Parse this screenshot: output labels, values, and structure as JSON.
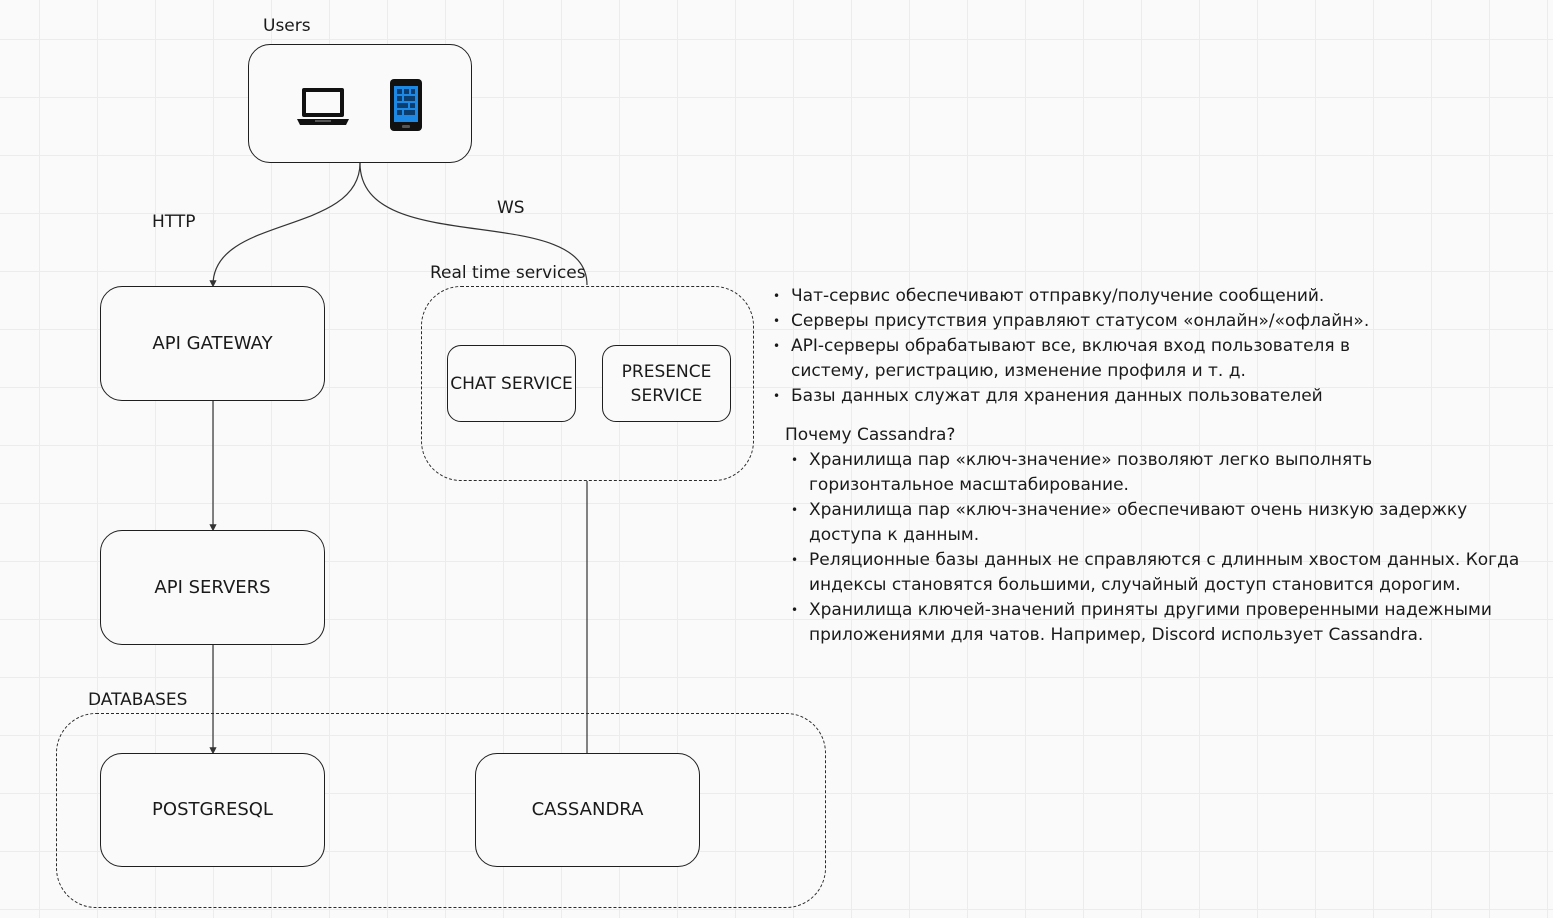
{
  "users": {
    "title": "Users",
    "devices": [
      "laptop-icon",
      "smartphone-icon"
    ]
  },
  "edges": {
    "http": "HTTP",
    "ws": "WS"
  },
  "realtime": {
    "title": "Real time services",
    "chat": "CHAT SERVICE",
    "presence_line1": "PRESENCE",
    "presence_line2": "SERVICE"
  },
  "api": {
    "gateway": "API GATEWAY",
    "servers": "API SERVERS"
  },
  "databases": {
    "title": "DATABASES",
    "postgres": "POSTGRESQL",
    "cassandra": "CASSANDRA"
  },
  "notes": {
    "components": [
      "Чат-сервис обеспечивают отправку/получение сообщений.",
      "Серверы присутствия управляют статусом «онлайн»/«офлайн».",
      "API-серверы обрабатывают все, включая вход пользователя в систему, регистрацию, изменение профиля и т. д.",
      "Базы данных служат для хранения данных пользователей"
    ],
    "why_heading": "Почему Cassandra?",
    "why": [
      "Хранилища пар «ключ-значение» позволяют легко выполнять горизонтальное масштабирование.",
      "Хранилища пар «ключ-значение» обеспечивают очень низкую задержку доступа к данным.",
      "Реляционные базы данных не справляются с длинным хвостом данных. Когда индексы становятся большими, случайный доступ становится дорогим.",
      "Хранилища ключей-значений приняты другими проверенными надежными приложениями для чатов. Например, Discord использует Cassandra."
    ]
  }
}
